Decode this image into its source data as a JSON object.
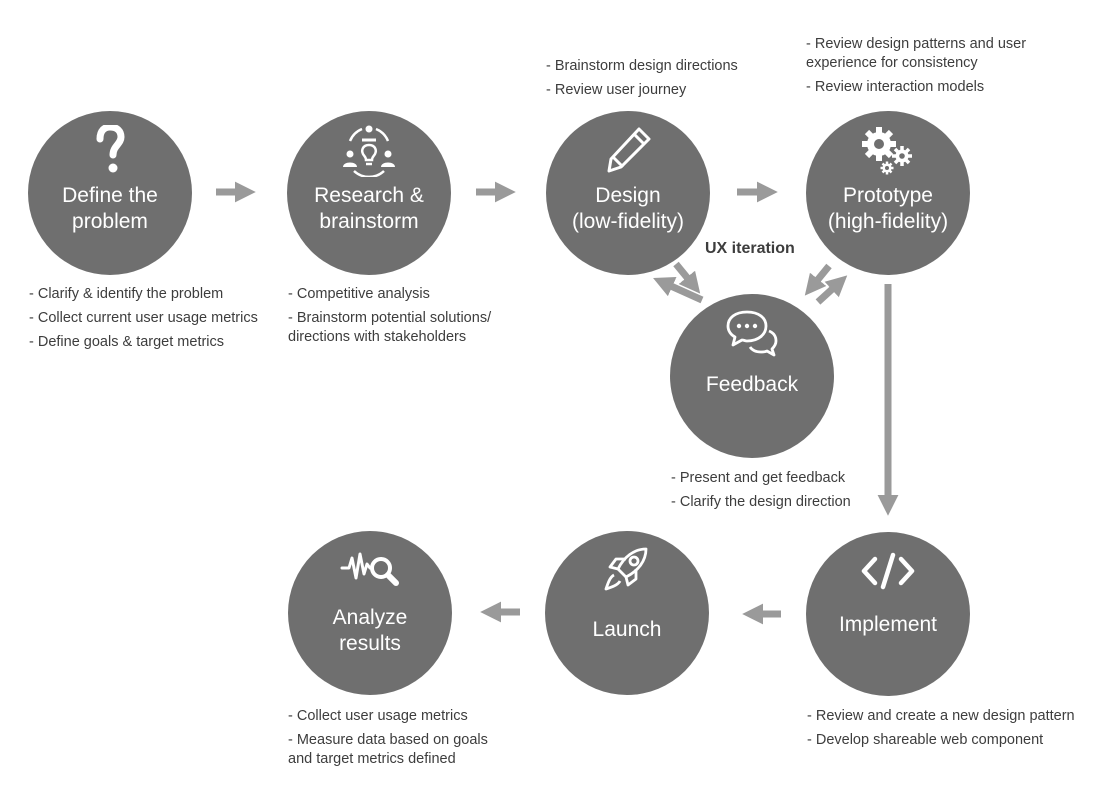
{
  "colors": {
    "node": "#6f6f6f",
    "arrow": "#9a9a9a",
    "text": "#3d3d3d"
  },
  "nodes": {
    "define": {
      "label": "Define the\nproblem",
      "icon": "question-icon"
    },
    "research": {
      "label": "Research &\nbrainstorm",
      "icon": "team-idea-icon"
    },
    "design": {
      "label": "Design\n(low-fidelity)",
      "icon": "pencil-icon"
    },
    "prototype": {
      "label": "Prototype\n(high-fidelity)",
      "icon": "gears-icon"
    },
    "feedback": {
      "label": "Feedback",
      "icon": "chat-bubbles-icon"
    },
    "implement": {
      "label": "Implement",
      "icon": "code-icon"
    },
    "launch": {
      "label": "Launch",
      "icon": "rocket-icon"
    },
    "analyze": {
      "label": "Analyze\nresults",
      "icon": "pulse-search-icon"
    }
  },
  "notes": {
    "define": [
      "- Clarify & identify the problem",
      "- Collect current user usage metrics",
      "- Define goals & target metrics"
    ],
    "research": [
      "- Competitive analysis",
      "- Brainstorm potential solutions/\n  directions with stakeholders"
    ],
    "design": [
      "- Brainstorm design directions",
      "- Review user journey"
    ],
    "prototype": [
      "- Review design patterns and user\n  experience for consistency",
      "- Review interaction models"
    ],
    "feedback": [
      "- Present and get feedback",
      "- Clarify the design direction"
    ],
    "implement": [
      "- Review and create a new design pattern",
      "- Develop shareable web component"
    ],
    "analyze": [
      "- Collect user usage metrics",
      "- Measure data based on goals\n  and target metrics defined"
    ]
  },
  "ux_iteration_label": "UX iteration"
}
